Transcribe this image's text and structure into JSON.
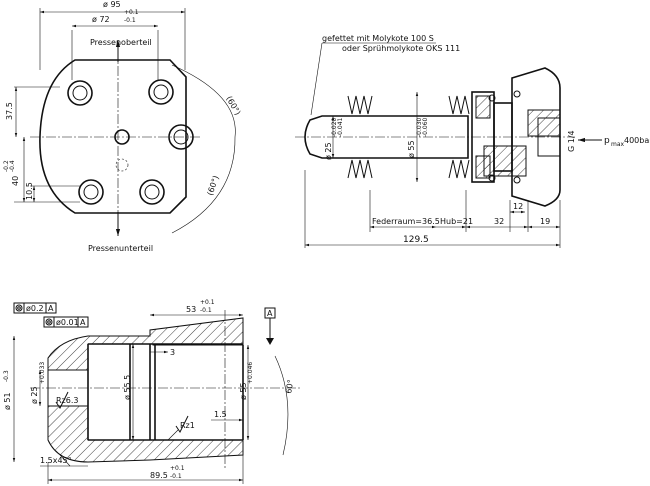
{
  "view_left": {
    "dim_width": "ø 95",
    "dim_bolt_circle": "ø 72",
    "dim_bolt_circle_tol_plus": "+0.1",
    "dim_bolt_circle_tol_minus": "-0.1",
    "label_top": "Pressenoberteil",
    "label_bottom": "Pressenunterteil",
    "dim_37_5": "37.5",
    "dim_40": "40",
    "dim_40_tol_plus": "-0.2",
    "dim_40_tol_minus": "-0.4",
    "dim_10_5": "10.5",
    "angle_top": "(60°)",
    "angle_bottom": "(60°)"
  },
  "view_right": {
    "note_line1": "gefettet mit Molykote 100 S",
    "note_line2": "oder Sprühmolykote OKS 111",
    "dim_25": "ø 25",
    "dim_25_tol_plus": "-0.020",
    "dim_25_tol_minus": "-0.041",
    "dim_55": "ø 55",
    "dim_55_tol_plus": "-0.030",
    "dim_55_tol_minus": "-0.060",
    "thread": "G 1/4",
    "pressure_prefix": "p",
    "pressure_sub": "max",
    "pressure_value": "400bar",
    "dim_12": "12",
    "dim_spring": "Federraum=36.5",
    "dim_hub": "Hub=21",
    "dim_32": "32",
    "dim_19": "19",
    "dim_129_5": "129.5"
  },
  "view_bottom": {
    "tol1_value": "ø0.2",
    "tol1_ref": "A",
    "tol2_value": "ø0.01",
    "tol2_ref": "A",
    "datum": "A",
    "dim_53": "53",
    "dim_53_tol_plus": "+0.1",
    "dim_53_tol_minus": "-0.1",
    "dim_3": "3",
    "dim_51": "ø 51",
    "dim_51_tol": "-0.3",
    "dim_25": "ø 25",
    "dim_25_tol": "+0.033",
    "dim_55_5": "ø 55.5",
    "dim_55": "ø 55",
    "dim_55_tol": "+0.046",
    "rough1": "Rz6.3",
    "rough2": "Rz1",
    "dim_1_5": "1.5",
    "chamfer": "1.5x45°",
    "dim_89_5": "89.5",
    "dim_89_5_tol_plus": "+0.1",
    "dim_89_5_tol_minus": "-0.1",
    "angle": "60°"
  }
}
